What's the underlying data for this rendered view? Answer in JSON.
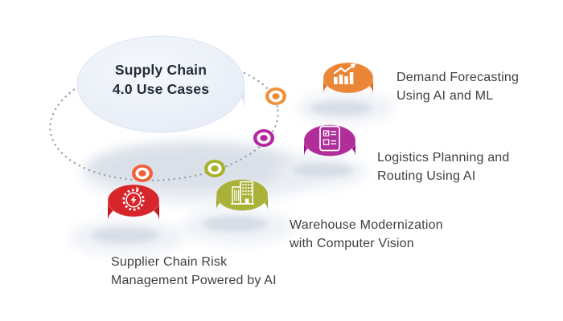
{
  "title": {
    "line1": "Supply Chain",
    "line2": "4.0 Use Cases"
  },
  "colors": {
    "center_disc_top": "#F6F9FD",
    "center_disc_top_edge": "#E4EAF5",
    "center_disc_side": "#FDFEFF",
    "center_disc_side_shade": "#D9E1EF",
    "dotted_ring": "#9BA1A9",
    "title_text": "#222B38",
    "label_text": "#3E3E3E"
  },
  "items": [
    {
      "id": "demand-forecasting",
      "label_line1": "Demand Forecasting",
      "label_line2": "Using AI and ML",
      "icon": "bar-chart-trend-icon",
      "disc_top_color": "#EC8637",
      "disc_side_color": "#DD6F1E",
      "ring_color": "#F0913C"
    },
    {
      "id": "logistics-planning",
      "label_line1": "Logistics Planning and",
      "label_line2": "Routing Using AI",
      "icon": "checklist-document-icon",
      "disc_top_color": "#B12D9C",
      "disc_side_color": "#9E1187",
      "ring_color": "#B5269E"
    },
    {
      "id": "warehouse-modernization",
      "label_line1": "Warehouse Modernization",
      "label_line2": "with Computer Vision",
      "icon": "building-icon",
      "disc_top_color": "#A9B138",
      "disc_side_color": "#97A11E",
      "ring_color": "#A8B22C"
    },
    {
      "id": "supplier-risk",
      "label_line1": "Supplier Chain Risk",
      "label_line2": "Management Powered by AI",
      "icon": "gear-lightning-icon",
      "disc_top_color": "#D6262C",
      "disc_side_color": "#C11A20",
      "ring_color": "#F1603B"
    }
  ]
}
